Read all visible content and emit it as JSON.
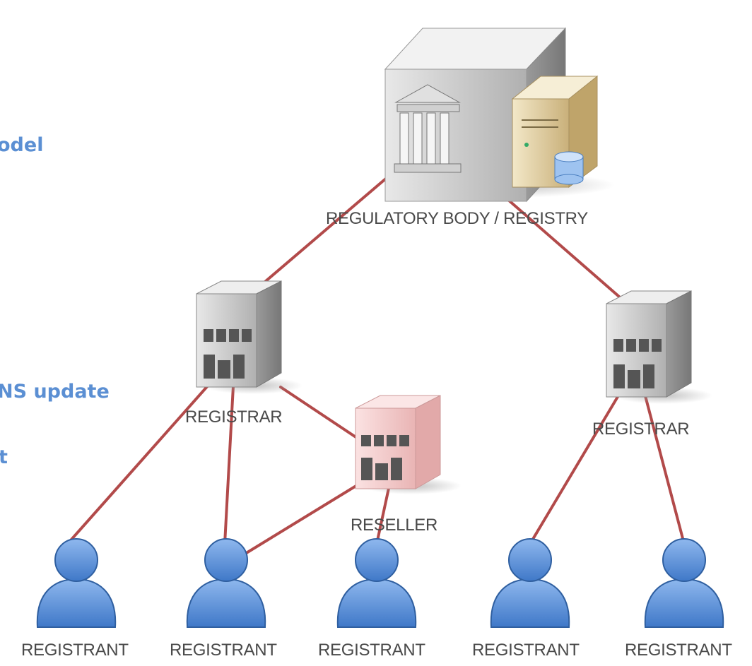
{
  "side_text": [
    "odel",
    "NS update",
    "t"
  ],
  "nodes": {
    "registry": {
      "label": "REGULATORY BODY / REGISTRY"
    },
    "registrar_left": {
      "label": "REGISTRAR"
    },
    "registrar_right": {
      "label": "REGISTRAR"
    },
    "reseller": {
      "label": "RESELLER"
    },
    "registrants": [
      {
        "label": "REGISTRANT"
      },
      {
        "label": "REGISTRANT"
      },
      {
        "label": "REGISTRANT"
      },
      {
        "label": "REGISTRANT"
      },
      {
        "label": "REGISTRANT"
      }
    ]
  },
  "colors": {
    "connector": "#b24a4a",
    "side_text": "#5b8fd3",
    "person": "#5b8ed6",
    "reseller_building": "#f4c6c6",
    "building": "#b8b8b8"
  }
}
